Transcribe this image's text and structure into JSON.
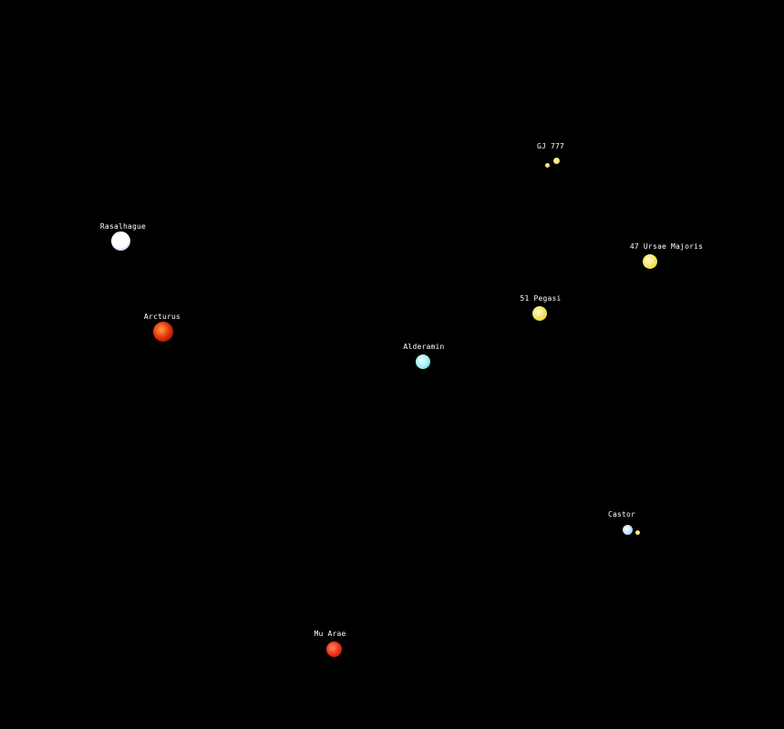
{
  "stars": [
    {
      "id": "gj-777",
      "label": "GJ 777",
      "type": "binary-yellow",
      "colors": [
        "#ffef8a",
        "#f5d84a"
      ]
    },
    {
      "id": "rasalhague",
      "label": "Rasalhague",
      "type": "white",
      "colors": [
        "#ffffff",
        "#6f8cff"
      ]
    },
    {
      "id": "47-ursae-majoris",
      "label": "47 Ursae Majoris",
      "type": "yellow",
      "colors": [
        "#fff9a0",
        "#e8c830"
      ]
    },
    {
      "id": "51-pegasi",
      "label": "51 Pegasi",
      "type": "yellow",
      "colors": [
        "#fff7a0",
        "#e6c434"
      ]
    },
    {
      "id": "arcturus",
      "label": "Arcturus",
      "type": "red-giant",
      "colors": [
        "#ff5a1e",
        "#b51200"
      ]
    },
    {
      "id": "alderamin",
      "label": "Alderamin",
      "type": "cyan",
      "colors": [
        "#d8ffff",
        "#48c8d0"
      ]
    },
    {
      "id": "castor",
      "label": "Castor",
      "type": "binary-blue-yellow",
      "colors": [
        "#cfe8ff",
        "#f5d84a"
      ]
    },
    {
      "id": "mu-arae",
      "label": "Mu Arae",
      "type": "red",
      "colors": [
        "#ff4a2a",
        "#c81800"
      ]
    }
  ]
}
